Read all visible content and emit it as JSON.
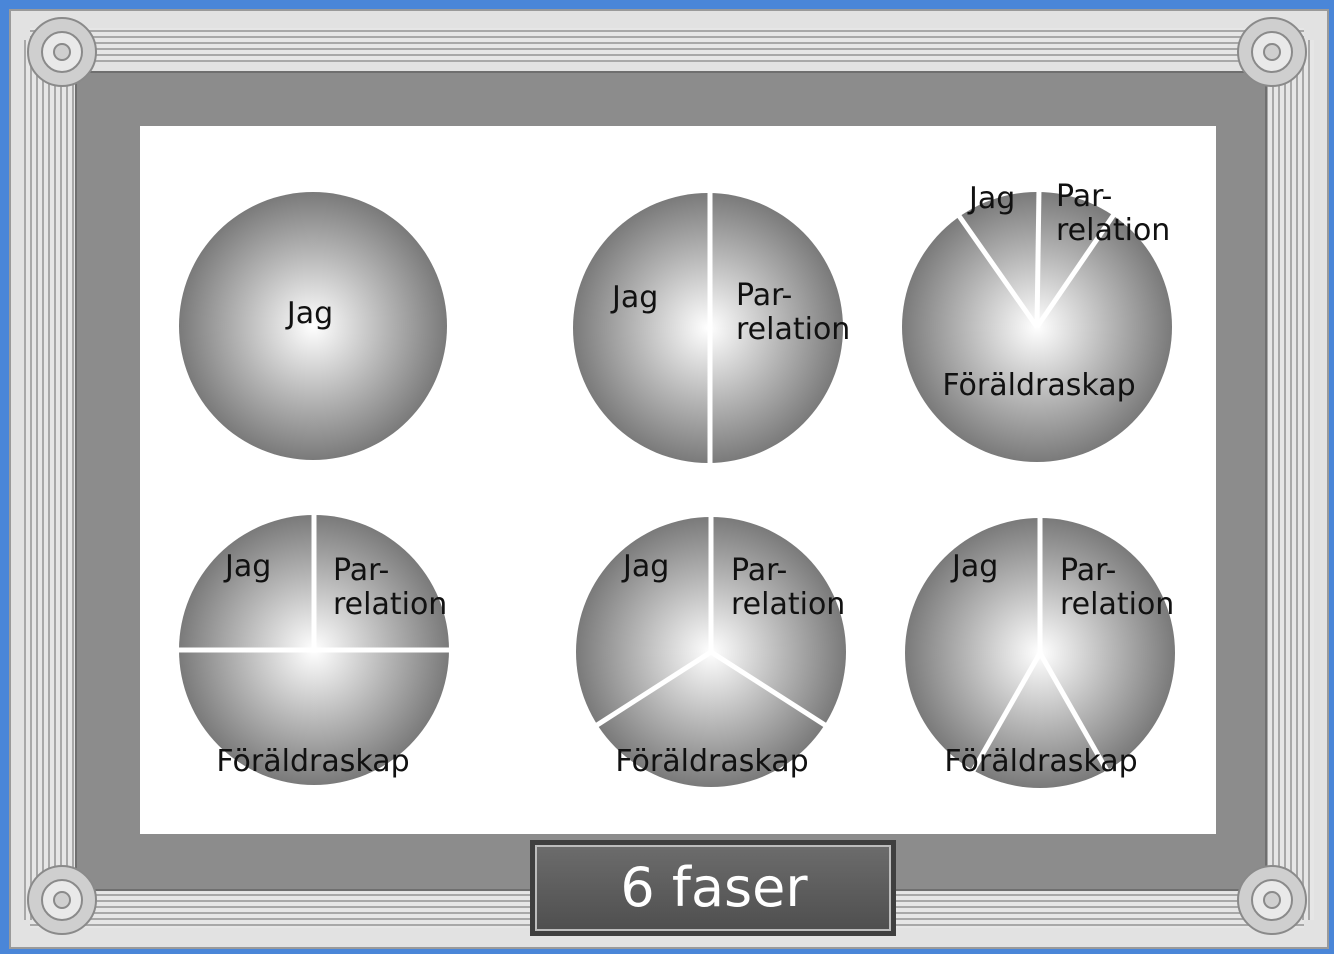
{
  "title": "6 faser",
  "colors": {
    "background": "#4a86d8",
    "frame_outer": "#d9d9d9",
    "frame_mat": "#8c8c8c",
    "panel": "#ffffff",
    "circle_center": "#ffffff",
    "circle_edge": "#7a7a7a",
    "divider": "#ffffff",
    "plaque": "#5e5e5e"
  },
  "phases": [
    {
      "labels": {
        "jag": "Jag"
      }
    },
    {
      "labels": {
        "jag": "Jag",
        "par1": "Par-",
        "par2": "relation"
      }
    },
    {
      "labels": {
        "jag": "Jag",
        "par1": "Par-",
        "par2": "relation",
        "foral": "Föräldraskap"
      }
    },
    {
      "labels": {
        "jag": "Jag",
        "par1": "Par-",
        "par2": "relation",
        "foral": "Föräldraskap"
      }
    },
    {
      "labels": {
        "jag": "Jag",
        "par1": "Par-",
        "par2": "relation",
        "foral": "Föräldraskap"
      }
    },
    {
      "labels": {
        "jag": "Jag",
        "par1": "Par-",
        "par2": "relation",
        "foral": "Föräldraskap"
      }
    }
  ]
}
